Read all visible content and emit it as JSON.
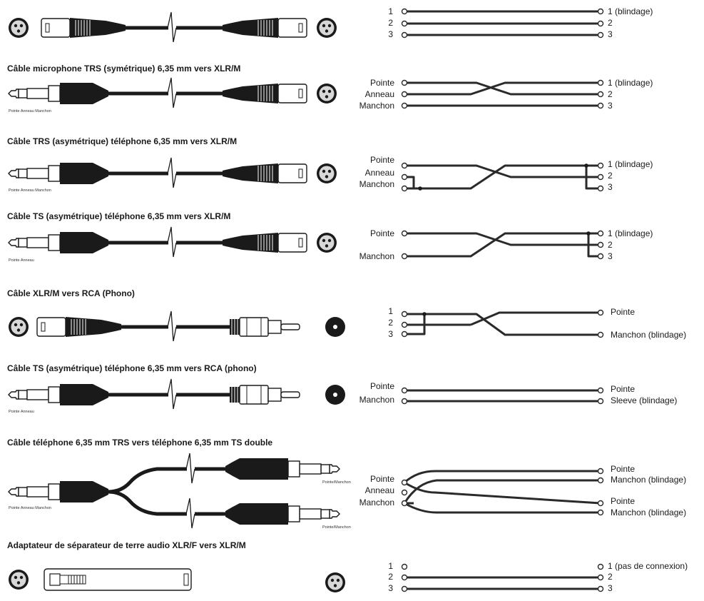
{
  "sections": [
    {
      "id": "xlr-f-to-xlr-m",
      "title": "",
      "left_labels": [
        "1",
        "2",
        "3"
      ],
      "right_labels": [
        "1 (blindage)",
        "2",
        "3"
      ]
    },
    {
      "id": "trs-bal-to-xlr-m",
      "title": "Câble microphone TRS (symétrique) 6,35 mm vers XLR/M",
      "plug_caption": "Pointe Anneau Manchon",
      "left_labels": [
        "Pointe",
        "Anneau",
        "Manchon"
      ],
      "right_labels": [
        "1 (blindage)",
        "2",
        "3"
      ]
    },
    {
      "id": "trs-unbal-to-xlr-m",
      "title": "Câble TRS (asymétrique) téléphone 6,35 mm vers XLR/M",
      "plug_caption": "Pointe Anneau Manchon",
      "left_labels": [
        "Pointe",
        "Anneau",
        "Manchon"
      ],
      "right_labels": [
        "1 (blindage)",
        "2",
        "3"
      ]
    },
    {
      "id": "ts-unbal-to-xlr-m",
      "title": "Câble TS (asymétrique) téléphone 6,35 mm vers XLR/M",
      "plug_caption": "Pointe Anneau",
      "left_labels": [
        "Pointe",
        "Manchon"
      ],
      "right_labels": [
        "1 (blindage)",
        "2",
        "3"
      ]
    },
    {
      "id": "xlr-m-to-rca",
      "title": "Câble XLR/M vers RCA (Phono)",
      "left_labels": [
        "1",
        "2",
        "3"
      ],
      "right_labels": [
        "Pointe",
        "Manchon (blindage)"
      ]
    },
    {
      "id": "ts-to-rca",
      "title": "Câble TS (asymétrique) téléphone 6,35 mm vers RCA (phono)",
      "plug_caption": "Pointe Anneau",
      "left_labels": [
        "Pointe",
        "Manchon"
      ],
      "right_labels": [
        "Pointe",
        "Sleeve (blindage)"
      ]
    },
    {
      "id": "trs-to-dual-ts",
      "title": "Câble téléphone 6,35 mm TRS vers téléphone 6,35 mm TS double",
      "plug_caption": "Pointe Anneau Manchon",
      "branch_caption": "Pointe/Manchon",
      "left_labels": [
        "Pointe",
        "Anneau",
        "Manchon"
      ],
      "right_labels": [
        "Pointe",
        "Manchon (blindage)",
        "Pointe",
        "Manchon (blindage)"
      ]
    },
    {
      "id": "ground-lift",
      "title": "Adaptateur de séparateur de terre audio XLR/F vers XLR/M",
      "left_labels": [
        "1",
        "2",
        "3"
      ],
      "right_labels": [
        "1 (pas de connexion)",
        "2",
        "3"
      ]
    }
  ]
}
